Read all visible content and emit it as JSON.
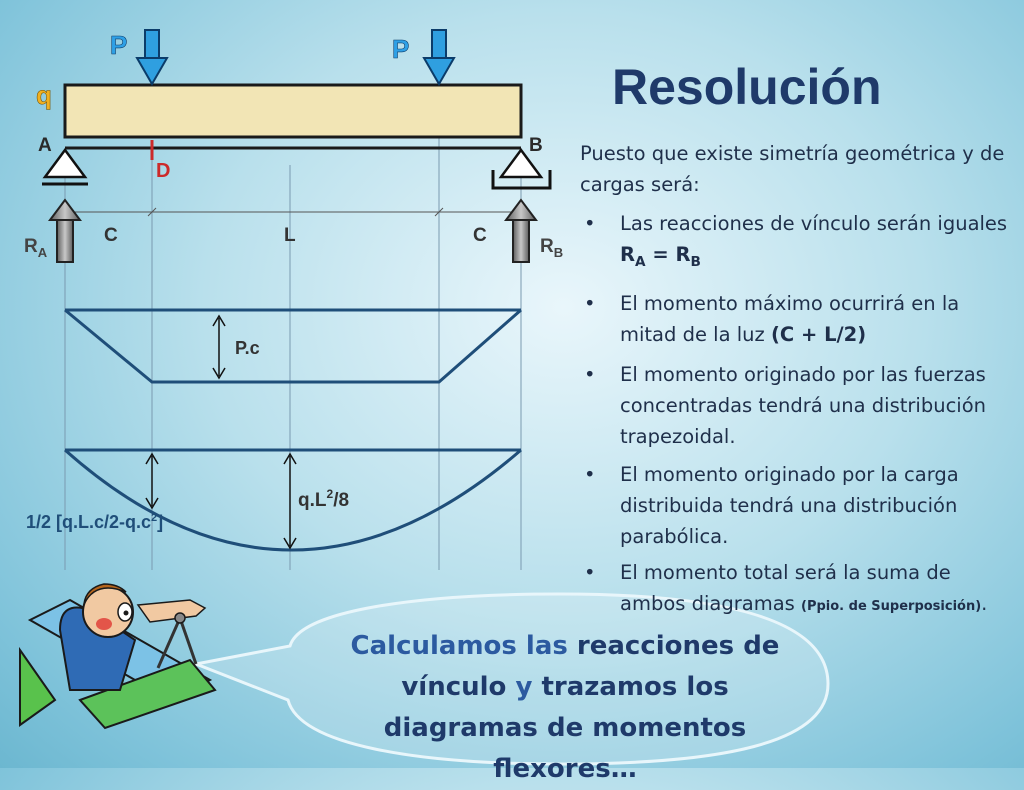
{
  "slide": {
    "title": "Resolución",
    "labels": {
      "p_left": "P",
      "p_right": "P",
      "q": "q",
      "a": "A",
      "b": "B",
      "d": "D",
      "ra_main": "R",
      "ra_sub": "A",
      "rb_main": "R",
      "rb_sub": "B",
      "c_left": "C",
      "l_mid": "L",
      "c_right": "C",
      "pc": "P.c",
      "ql_main": "q.L",
      "ql_sup": "2",
      "ql_tail": "/8",
      "half_main": "1/2 [q.L.c/2-q.c",
      "half_sup": "2",
      "half_tail": "]"
    },
    "intro": "Puesto que existe simetría geométrica y de cargas será:",
    "bullet_symbol": "•",
    "bullets": {
      "b1_text": "Las reacciones de vínculo serán iguales ",
      "b1_r1": "R",
      "b1_s1": "A",
      "b1_eq": " = R",
      "b1_s2": "B",
      "b2_text": "El momento máximo ocurrirá en la mitad de la luz ",
      "b2_em": "(C + L/2)",
      "b3_text": "El momento originado por las fuerzas concentradas tendrá una distribución trapezoidal.",
      "b4_text": "El momento originado por la carga distribuida tendrá una distribución parabólica.",
      "b5_text": "El momento total será la suma de ambos diagramas ",
      "b5_small": "(Ppio. de Superposición)",
      "b5_end": "."
    },
    "bubble": {
      "w1": "Calculamos las",
      "w2": " reacciones de vínculo",
      "w3": " y",
      "w4": " trazamos los diagramas de",
      "w5": " momentos flexores…"
    },
    "colors": {
      "title": "#1f3a6a",
      "beam_fill": "#f2e5b5",
      "load_arrow": "#2f9fe0",
      "p_label": "#2ea0e6",
      "q_label": "#f0b020",
      "d_label": "#cc2a2a",
      "diagram_line": "#1f4e79"
    }
  }
}
